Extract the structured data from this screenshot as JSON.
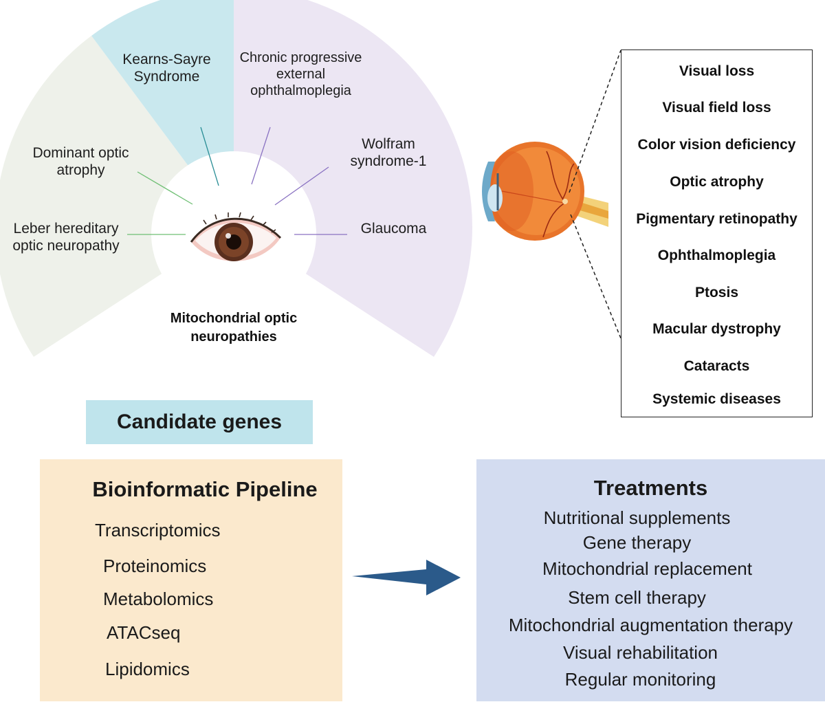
{
  "diagram": {
    "fan_labels": {
      "kearns_sayre": [
        "Kearns-Sayre",
        "Syndrome"
      ],
      "cpeo": [
        "Chronic progressive",
        "external",
        "ophthalmoplegia"
      ],
      "dominant_optic_atrophy": [
        "Dominant optic",
        "atrophy"
      ],
      "wolfram": [
        "Wolfram",
        "syndrome-1"
      ],
      "lhon": [
        "Leber hereditary",
        "optic neuropathy"
      ],
      "glaucoma": [
        "Glaucoma"
      ]
    },
    "center_title": [
      "Mitochondrial optic",
      "neuropathies"
    ],
    "symptoms": [
      "Visual loss",
      "Visual field loss",
      "Color vision deficiency",
      "Optic atrophy",
      "Pigmentary retinopathy",
      "Ophthalmoplegia",
      "Ptosis",
      "Macular dystrophy",
      "Cataracts",
      "Systemic diseases"
    ],
    "candidate_genes": "Candidate genes",
    "pipeline": {
      "title": "Bioinformatic Pipeline",
      "items": [
        "Transcriptomics",
        "Proteinomics",
        "Metabolomics",
        "ATACseq",
        "Lipidomics"
      ]
    },
    "treatments": {
      "title": "Treatments",
      "items": [
        "Nutritional supplements",
        "Gene therapy",
        "Mitochondrial replacement",
        "Stem cell therapy",
        "Mitochondrial augmentation therapy",
        "Visual rehabilitation",
        "Regular monitoring"
      ]
    },
    "colors": {
      "sector_green": "#eef1ea",
      "sector_blue": "#c9e8ee",
      "sector_purple": "#ece6f3",
      "candidate_box": "#bfe4ec",
      "pipeline_box": "#fbe9cd",
      "treatments_box": "#d3dcf0",
      "arrow": "#2b5a8a",
      "green_line": "#6fbf74",
      "teal_line": "#2a8e96",
      "purple_line": "#8a72c2"
    }
  }
}
